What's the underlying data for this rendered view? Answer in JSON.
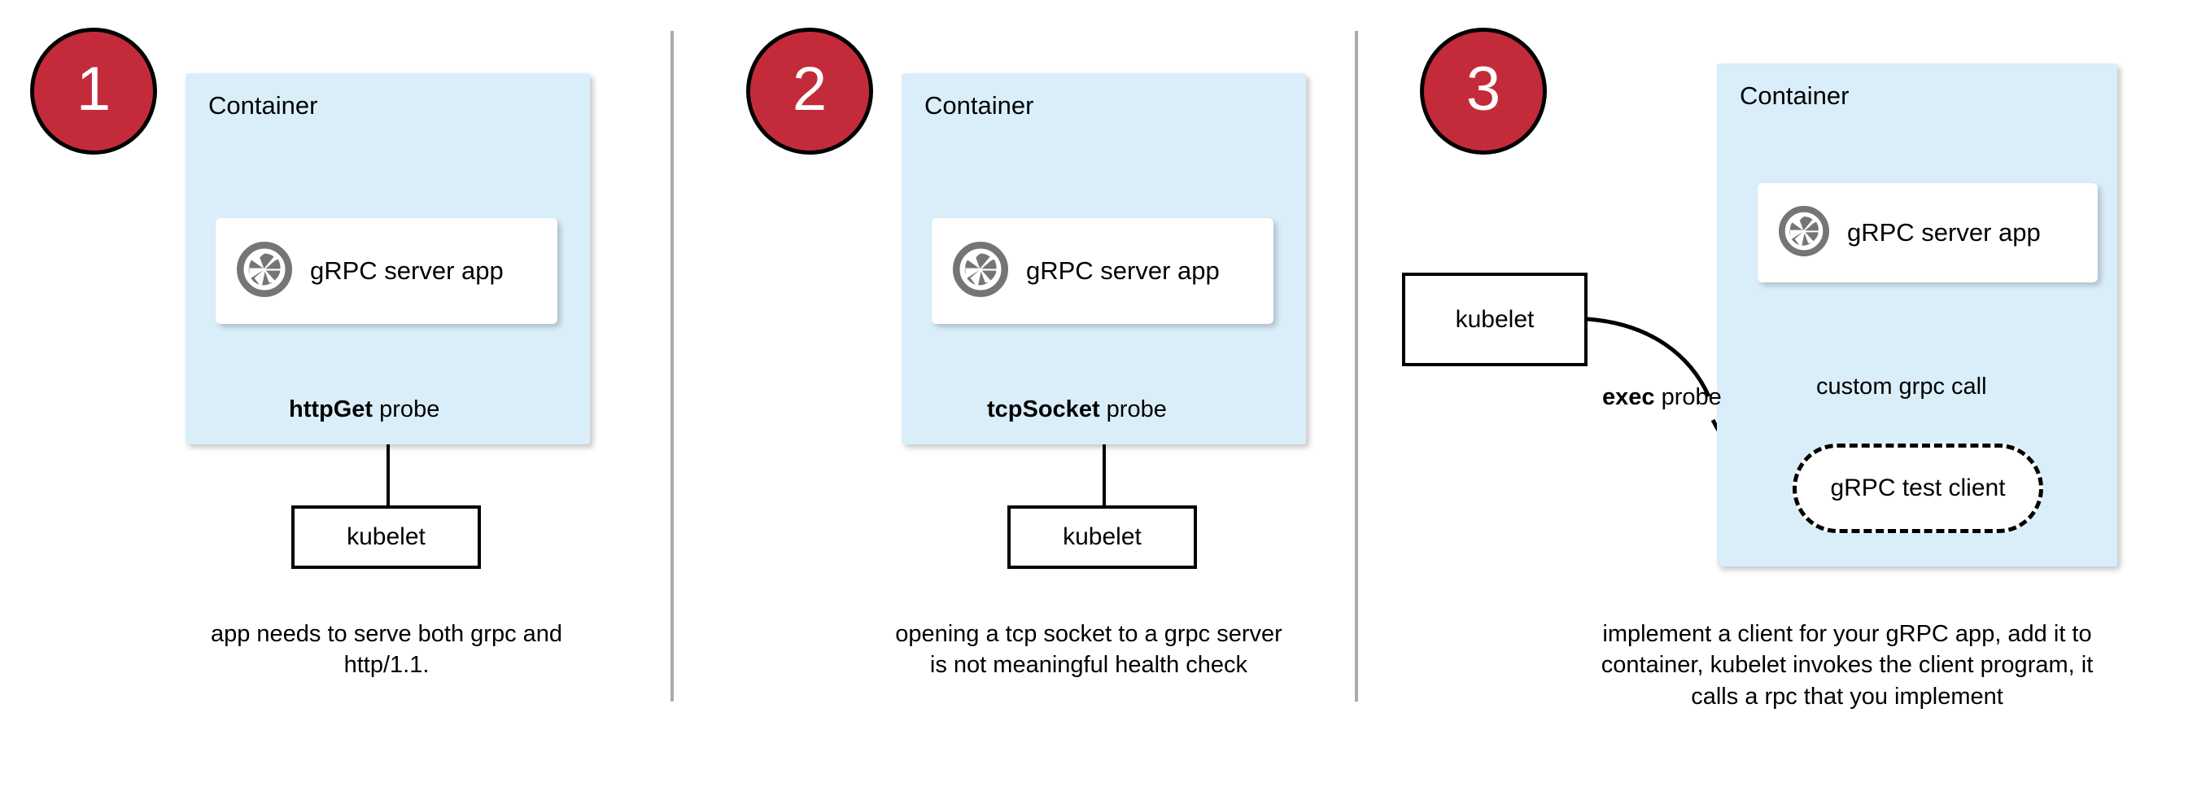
{
  "diagram": {
    "title": "gRPC health probe options",
    "colors": {
      "badge_fill": "#C42B3A",
      "badge_border": "#000000",
      "badge_text": "#FFFFFF",
      "container_fill": "#DAEEFA",
      "card_fill": "#FFFFFF",
      "line": "#000000",
      "divider": "#ABABAB",
      "grpc_icon": "#757575"
    },
    "icons": {
      "grpc": "grpc-aperture-icon"
    },
    "panels": [
      {
        "number": "1",
        "container_label": "Container",
        "app_label": "gRPC server app",
        "probe_label_bold": "httpGet",
        "probe_label_rest": " probe",
        "source_label": "kubelet",
        "caption": "app needs to serve both grpc and http/1.1."
      },
      {
        "number": "2",
        "container_label": "Container",
        "app_label": "gRPC server app",
        "probe_label_bold": "tcpSocket",
        "probe_label_rest": " probe",
        "source_label": "kubelet",
        "caption": "opening a tcp socket to a grpc server is not meaningful health check"
      },
      {
        "number": "3",
        "container_label": "Container",
        "app_label": "gRPC server app",
        "probe_label_bold": "exec",
        "probe_label_rest": " probe",
        "source_label": "kubelet",
        "client_label": "gRPC test client",
        "call_label": "custom grpc call",
        "caption": "implement a client for your gRPC app, add it to container, kubelet invokes the client program, it calls a rpc that you implement"
      }
    ]
  }
}
